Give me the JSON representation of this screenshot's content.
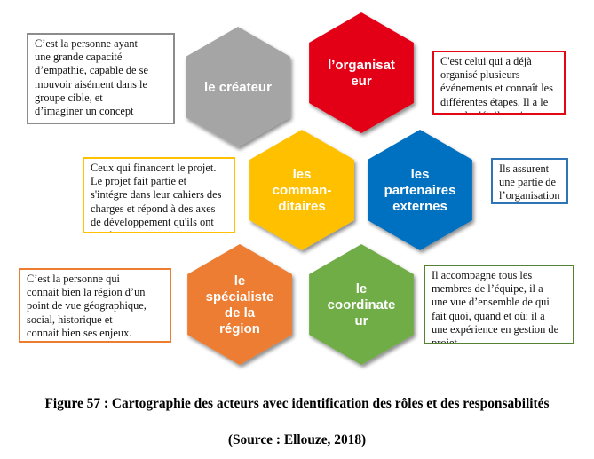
{
  "colors": {
    "grey": "#A5A5A5",
    "red": "#E30613",
    "yellow": "#FFC000",
    "blue": "#0070C0",
    "orange": "#ED7D31",
    "green": "#70AD47",
    "box_grey": "#8C8C8C",
    "box_red": "#E30613",
    "box_yellow": "#FFC000",
    "box_blue": "#2E75B6",
    "box_orange": "#ED7D31",
    "box_green": "#548235"
  },
  "actors": [
    {
      "key": "createur",
      "label_lines": [
        "le créateur"
      ],
      "description_lines": [
        "C’est la personne ayant",
        "une grande capacité",
        "d’empathie, capable de se",
        "mouvoir aisément dans le",
        "groupe cible, et",
        "d’imaginer un concept"
      ]
    },
    {
      "key": "organisateur",
      "label_lines": [
        "l’organisat",
        "eur"
      ],
      "description_lines": [
        "C'est celui qui a déjà",
        "organisé plusieurs",
        "événements et connaît les",
        "différentes étapes. Il a le",
        "sens du détail pratique."
      ]
    },
    {
      "key": "commanditaires",
      "label_lines": [
        "les",
        "comman-",
        "ditaires"
      ],
      "description_lines": [
        "Ceux qui financent le projet.",
        "Le projet fait partie et",
        "s'intégre dans leur cahiers des",
        "charges et  répond à des axes",
        "de développement qu'ils ont",
        "tracés."
      ]
    },
    {
      "key": "partenaires",
      "label_lines": [
        "les",
        "partenaires",
        "externes"
      ],
      "description_lines": [
        "Ils assurent",
        "une partie de",
        "l’organisation"
      ]
    },
    {
      "key": "specialiste",
      "label_lines": [
        "le",
        "spécialiste",
        "de la",
        "région"
      ],
      "description_lines": [
        "C’est la personne qui",
        "connait bien la région d’un",
        "point de vue géographique,",
        "social, historique et",
        "connait bien ses enjeux."
      ]
    },
    {
      "key": "coordinateur",
      "label_lines": [
        "le",
        "coordinate",
        "ur"
      ],
      "description_lines": [
        "Il accompagne tous les",
        "membres de l’équipe, il a",
        "une vue d’ensemble de qui",
        "fait quoi, quand et où; il a",
        "une expérience en gestion de",
        "projet."
      ]
    }
  ],
  "caption": {
    "title": "Figure 57 : Cartographie des acteurs avec identification des rôles et des responsabilités",
    "source": "(Source : Ellouze, 2018)"
  }
}
